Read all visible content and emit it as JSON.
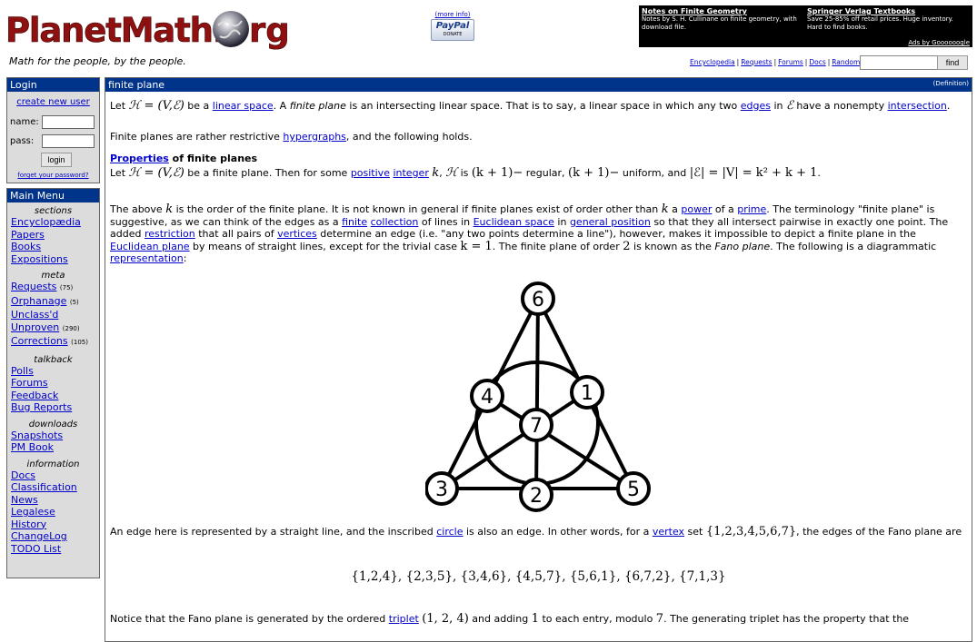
{
  "header": {
    "logo_text": "PlanetMath.org",
    "tagline": "Math for the people, by the people.",
    "paypal": {
      "more_info": "(more info)",
      "brand": "PayPal",
      "donate": "DONATE"
    },
    "ads": [
      {
        "title": "Notes on Finite Geometry",
        "text": "Notes by S. H. Cullinane on finite geometry, with download file."
      },
      {
        "title": "Springer Verlag Textbooks",
        "text": "Save 25-85% off retail prices. Huge inventory. Hard to find books."
      }
    ],
    "ads_footer": "Ads by Goooooogle",
    "nav": [
      "Encyclopedia",
      "Requests",
      "Forums",
      "Docs",
      "Random"
    ],
    "search_value": "",
    "find_label": "find"
  },
  "sidebar": {
    "login": {
      "title": "Login",
      "create_user": "create new user",
      "name_label": "name:",
      "pass_label": "pass:",
      "login_button": "login",
      "forgot": "forget your password?"
    },
    "menu": {
      "title": "Main Menu",
      "sections": [
        {
          "label": "sections",
          "items": [
            {
              "label": "Encyclopædia",
              "count": ""
            },
            {
              "label": "Papers",
              "count": ""
            },
            {
              "label": "Books",
              "count": ""
            },
            {
              "label": "Expositions",
              "count": ""
            }
          ]
        },
        {
          "label": "meta",
          "items": [
            {
              "label": "Requests",
              "count": "(75)"
            },
            {
              "label": "Orphanage",
              "count": "(5)"
            },
            {
              "label": "Unclass'd",
              "count": ""
            },
            {
              "label": "Unproven",
              "count": "(290)"
            },
            {
              "label": "Corrections",
              "count": "(105)"
            }
          ]
        },
        {
          "label": "talkback",
          "items": [
            {
              "label": "Polls",
              "count": ""
            },
            {
              "label": "Forums",
              "count": ""
            },
            {
              "label": "Feedback",
              "count": ""
            },
            {
              "label": "Bug Reports",
              "count": ""
            }
          ]
        },
        {
          "label": "downloads",
          "items": [
            {
              "label": "Snapshots",
              "count": ""
            },
            {
              "label": "PM Book",
              "count": ""
            }
          ]
        },
        {
          "label": "information",
          "items": [
            {
              "label": "Docs",
              "count": ""
            },
            {
              "label": "Classification",
              "count": ""
            },
            {
              "label": "News",
              "count": ""
            },
            {
              "label": "Legalese",
              "count": ""
            },
            {
              "label": "History",
              "count": ""
            },
            {
              "label": "ChangeLog",
              "count": ""
            },
            {
              "label": "TODO List",
              "count": ""
            }
          ]
        }
      ]
    }
  },
  "article": {
    "title": "finite plane",
    "type": "(Definition)",
    "p1": [
      "Let ",
      " be a ",
      "linear space",
      ". A ",
      "finite plane",
      " is an intersecting linear space. That is to say, a linear space in which any two ",
      "edges",
      " in ",
      " have a nonempty ",
      "intersection",
      "."
    ],
    "p2": [
      "Finite planes are rather restrictive ",
      "hypergraphs",
      ", and the following holds."
    ],
    "props_link": "Properties",
    "props_rest": " of finite planes",
    "p3": [
      "Let ",
      " be a finite plane. Then for some ",
      "positive",
      " ",
      "integer",
      ", ",
      " is ",
      " regular, ",
      " uniform, and ",
      "."
    ],
    "p4": [
      "The above ",
      " is the order of the finite plane. It is not known in general if finite planes exist of order other than ",
      " a ",
      "power",
      " of a ",
      "prime",
      ". The terminology \"finite plane\" is suggestive, as we can think of the edges as a ",
      "finite",
      " ",
      "collection",
      " of lines in ",
      "Euclidean space",
      " in ",
      "general position",
      " so that they all intersect pairwise in exactly one point. The added ",
      "restriction",
      " that all pairs of ",
      "vertices",
      " determine an edge (i.e. \"any two points determine a line\"), however, makes it impossible to depict a finite plane in the ",
      "Euclidean plane",
      " by means of straight lines, except for the trivial case ",
      ". The finite plane of order ",
      " is known as the ",
      "Fano plane",
      ". The following is a diagrammatic ",
      "representation",
      ":"
    ],
    "fano_nodes": [
      "6",
      "4",
      "1",
      "7",
      "3",
      "2",
      "5"
    ],
    "p5": [
      "An edge here is represented by a straight line, and the inscribed ",
      "circle",
      " is also an edge. In other words, for a ",
      "vertex",
      " set ",
      ", the edges of the Fano plane are"
    ],
    "vertex_set": "{1,2,3,4,5,6,7}",
    "edge_list": "{1,2,4}, {2,3,5}, {3,4,6}, {4,5,7}, {5,6,1}, {6,7,2}, {7,1,3}",
    "p6": [
      "Notice that the Fano plane is generated by the ordered ",
      "triplet",
      " ",
      " and adding ",
      " to each entry, modulo ",
      ". The generating triplet has the property that the"
    ],
    "math": {
      "H_def": "ℋ = (V,ℰ)",
      "E": "ℰ",
      "k": "k",
      "H": "ℋ",
      "k1a": "(k + 1)−",
      "k1b": "(k + 1)−",
      "card": "|ℰ| = |V| = k² + k + 1",
      "k_eq_1": "k = 1",
      "two": "2",
      "triplet": "(1, 2, 4)",
      "one": "1",
      "seven": "7"
    }
  }
}
